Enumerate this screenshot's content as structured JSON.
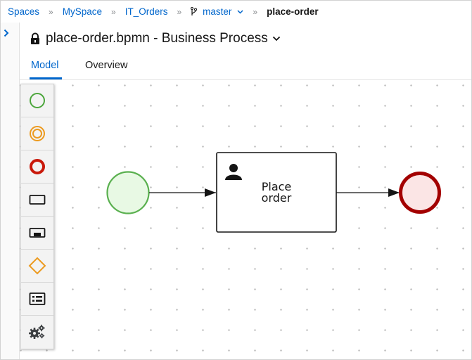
{
  "breadcrumb": {
    "spaces": "Spaces",
    "myspace": "MySpace",
    "project": "IT_Orders",
    "branch": "master",
    "asset": "place-order"
  },
  "header": {
    "title": "place-order.bpmn - Business Process"
  },
  "tabs": [
    {
      "label": "Model",
      "active": true
    },
    {
      "label": "Overview",
      "active": false
    }
  ],
  "palette": {
    "items": [
      {
        "name": "start-event",
        "icon": "circle-green-icon"
      },
      {
        "name": "intermediate-event",
        "icon": "double-circle-orange-icon"
      },
      {
        "name": "end-event",
        "icon": "thick-circle-red-icon"
      },
      {
        "name": "task",
        "icon": "rectangle-icon"
      },
      {
        "name": "subprocess",
        "icon": "subprocess-icon"
      },
      {
        "name": "gateway",
        "icon": "diamond-orange-icon"
      },
      {
        "name": "container",
        "icon": "list-card-icon"
      },
      {
        "name": "advanced",
        "icon": "gears-icon"
      }
    ]
  },
  "diagram": {
    "task_label_line1": "Place",
    "task_label_line2": "order",
    "colors": {
      "start_fill": "#e8f9e4",
      "start_stroke": "#5ab04f",
      "end_fill": "#fbe5e5",
      "end_stroke": "#a30000",
      "accent": "#0066cc"
    }
  }
}
